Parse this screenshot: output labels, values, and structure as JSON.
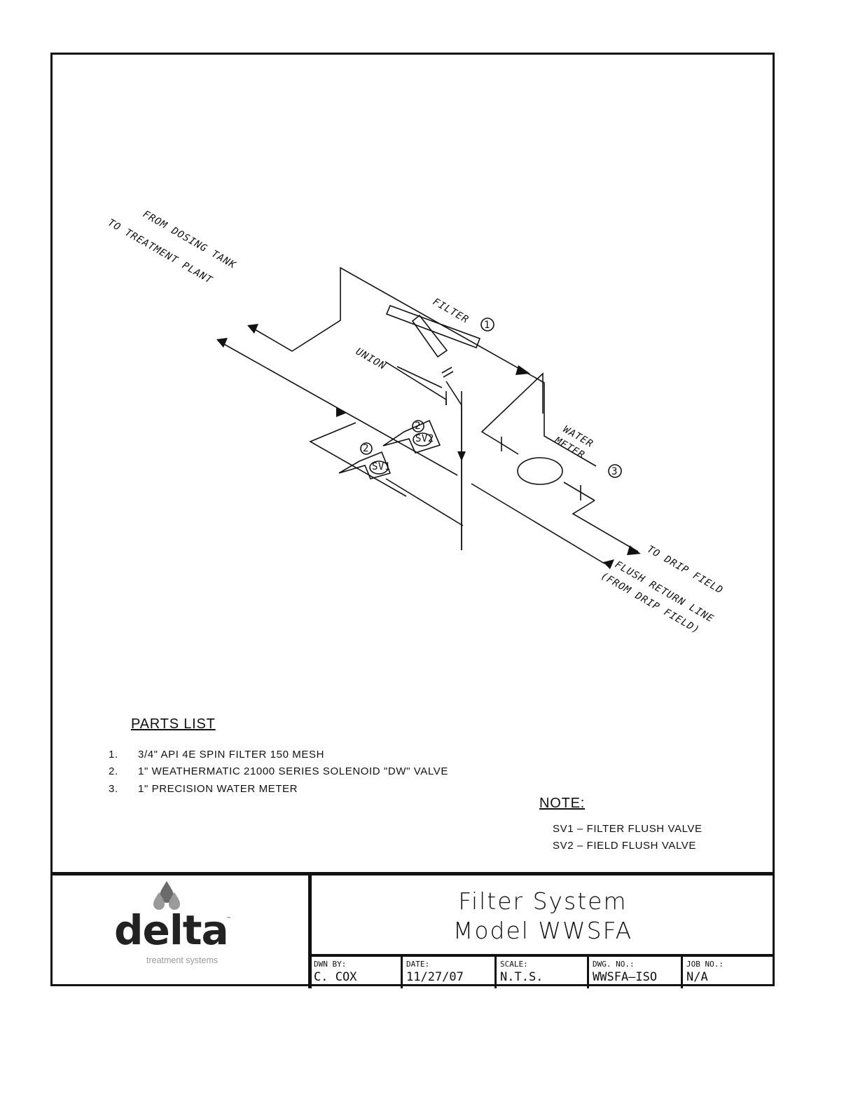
{
  "diagram": {
    "labels": {
      "from_dosing_tank": "FROM DOSING TANK",
      "to_treatment_plant": "TO TREATMENT PLANT",
      "filter": "FILTER",
      "filter_num": "1",
      "union": "UNION",
      "water": "WATER",
      "meter": "METER",
      "meter_num": "3",
      "valve_num_a": "2",
      "valve_num_b": "2",
      "sv1": "SV1",
      "sv2": "SV2",
      "to_drip_field": "TO DRIP FIELD",
      "flush_return_line": "FLUSH RETURN LINE",
      "from_drip_field": "(FROM DRIP FIELD)"
    }
  },
  "parts_list": {
    "heading": "PARTS LIST",
    "items": [
      {
        "num": "1.",
        "text": "3/4\" API 4E SPIN FILTER 150 MESH"
      },
      {
        "num": "2.",
        "text": "1\" WEATHERMATIC 21000 SERIES SOLENOID \"DW\" VALVE"
      },
      {
        "num": "3.",
        "text": "1\" PRECISION WATER METER"
      }
    ]
  },
  "note": {
    "heading": "NOTE:",
    "lines": [
      "SV1 – FILTER FLUSH VALVE",
      "SV2 – FIELD FLUSH VALVE"
    ]
  },
  "title_block": {
    "logo_word": "delta",
    "logo_tm": "™",
    "logo_sub": "treatment systems",
    "title_line1": "Filter System",
    "title_line2": "Model WWSFA",
    "cells": [
      {
        "label": "DWN BY:",
        "value": "C. COX"
      },
      {
        "label": "DATE:",
        "value": "11/27/07"
      },
      {
        "label": "SCALE:",
        "value": "N.T.S."
      },
      {
        "label": "DWG. NO.:",
        "value": "WWSFA–ISO"
      },
      {
        "label": "JOB NO.:",
        "value": "N/A"
      }
    ]
  },
  "colors": {
    "ink": "#111111",
    "logo_gray": "#9a9a9a"
  }
}
